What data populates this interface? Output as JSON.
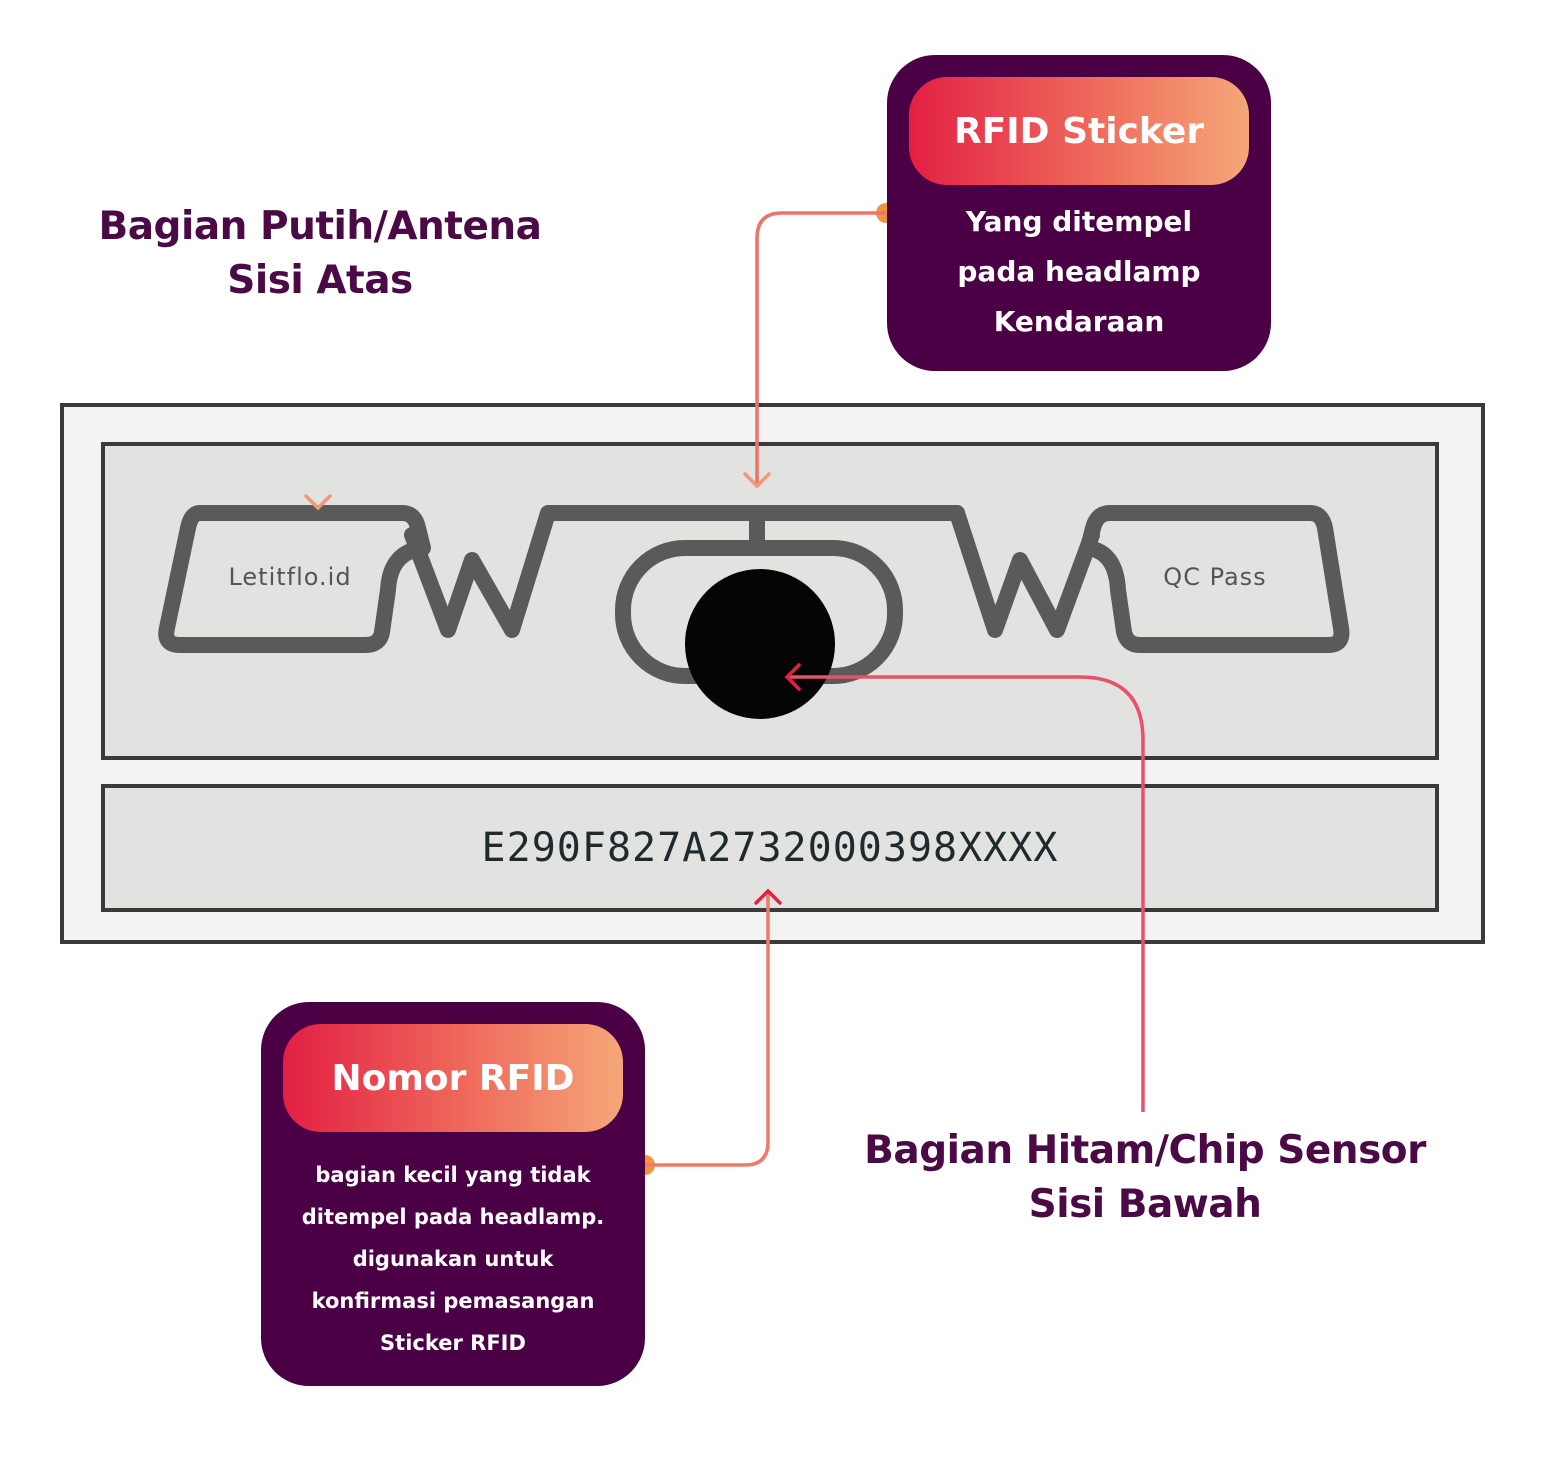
{
  "labels": {
    "top_left": [
      "Bagian Putih/Antena",
      "Sisi Atas"
    ],
    "bottom_right": [
      "Bagian Hitam/Chip Sensor",
      "Sisi Bawah"
    ]
  },
  "callouts": {
    "rfid_sticker": {
      "title": "RFID Sticker",
      "lines": [
        "Yang ditempel",
        "pada headlamp",
        "Kendaraan"
      ]
    },
    "nomor_rfid": {
      "title": "Nomor RFID",
      "lines": [
        "bagian kecil yang tidak",
        "ditempel pada headlamp.",
        "digunakan untuk",
        "konfirmasi pemasangan",
        "Sticker RFID"
      ]
    }
  },
  "sticker": {
    "left_text": "Letitflo.id",
    "right_text": "QC Pass",
    "rfid_number": "E290F827A2732000398XXXX"
  },
  "colors": {
    "label_purple": "#4b0a45",
    "callout_bg": "#4b0046",
    "gradient_start": "#e31f44",
    "gradient_end": "#f5a779",
    "antenna_gray": "#5a5a5a",
    "chip_black": "#050505"
  }
}
